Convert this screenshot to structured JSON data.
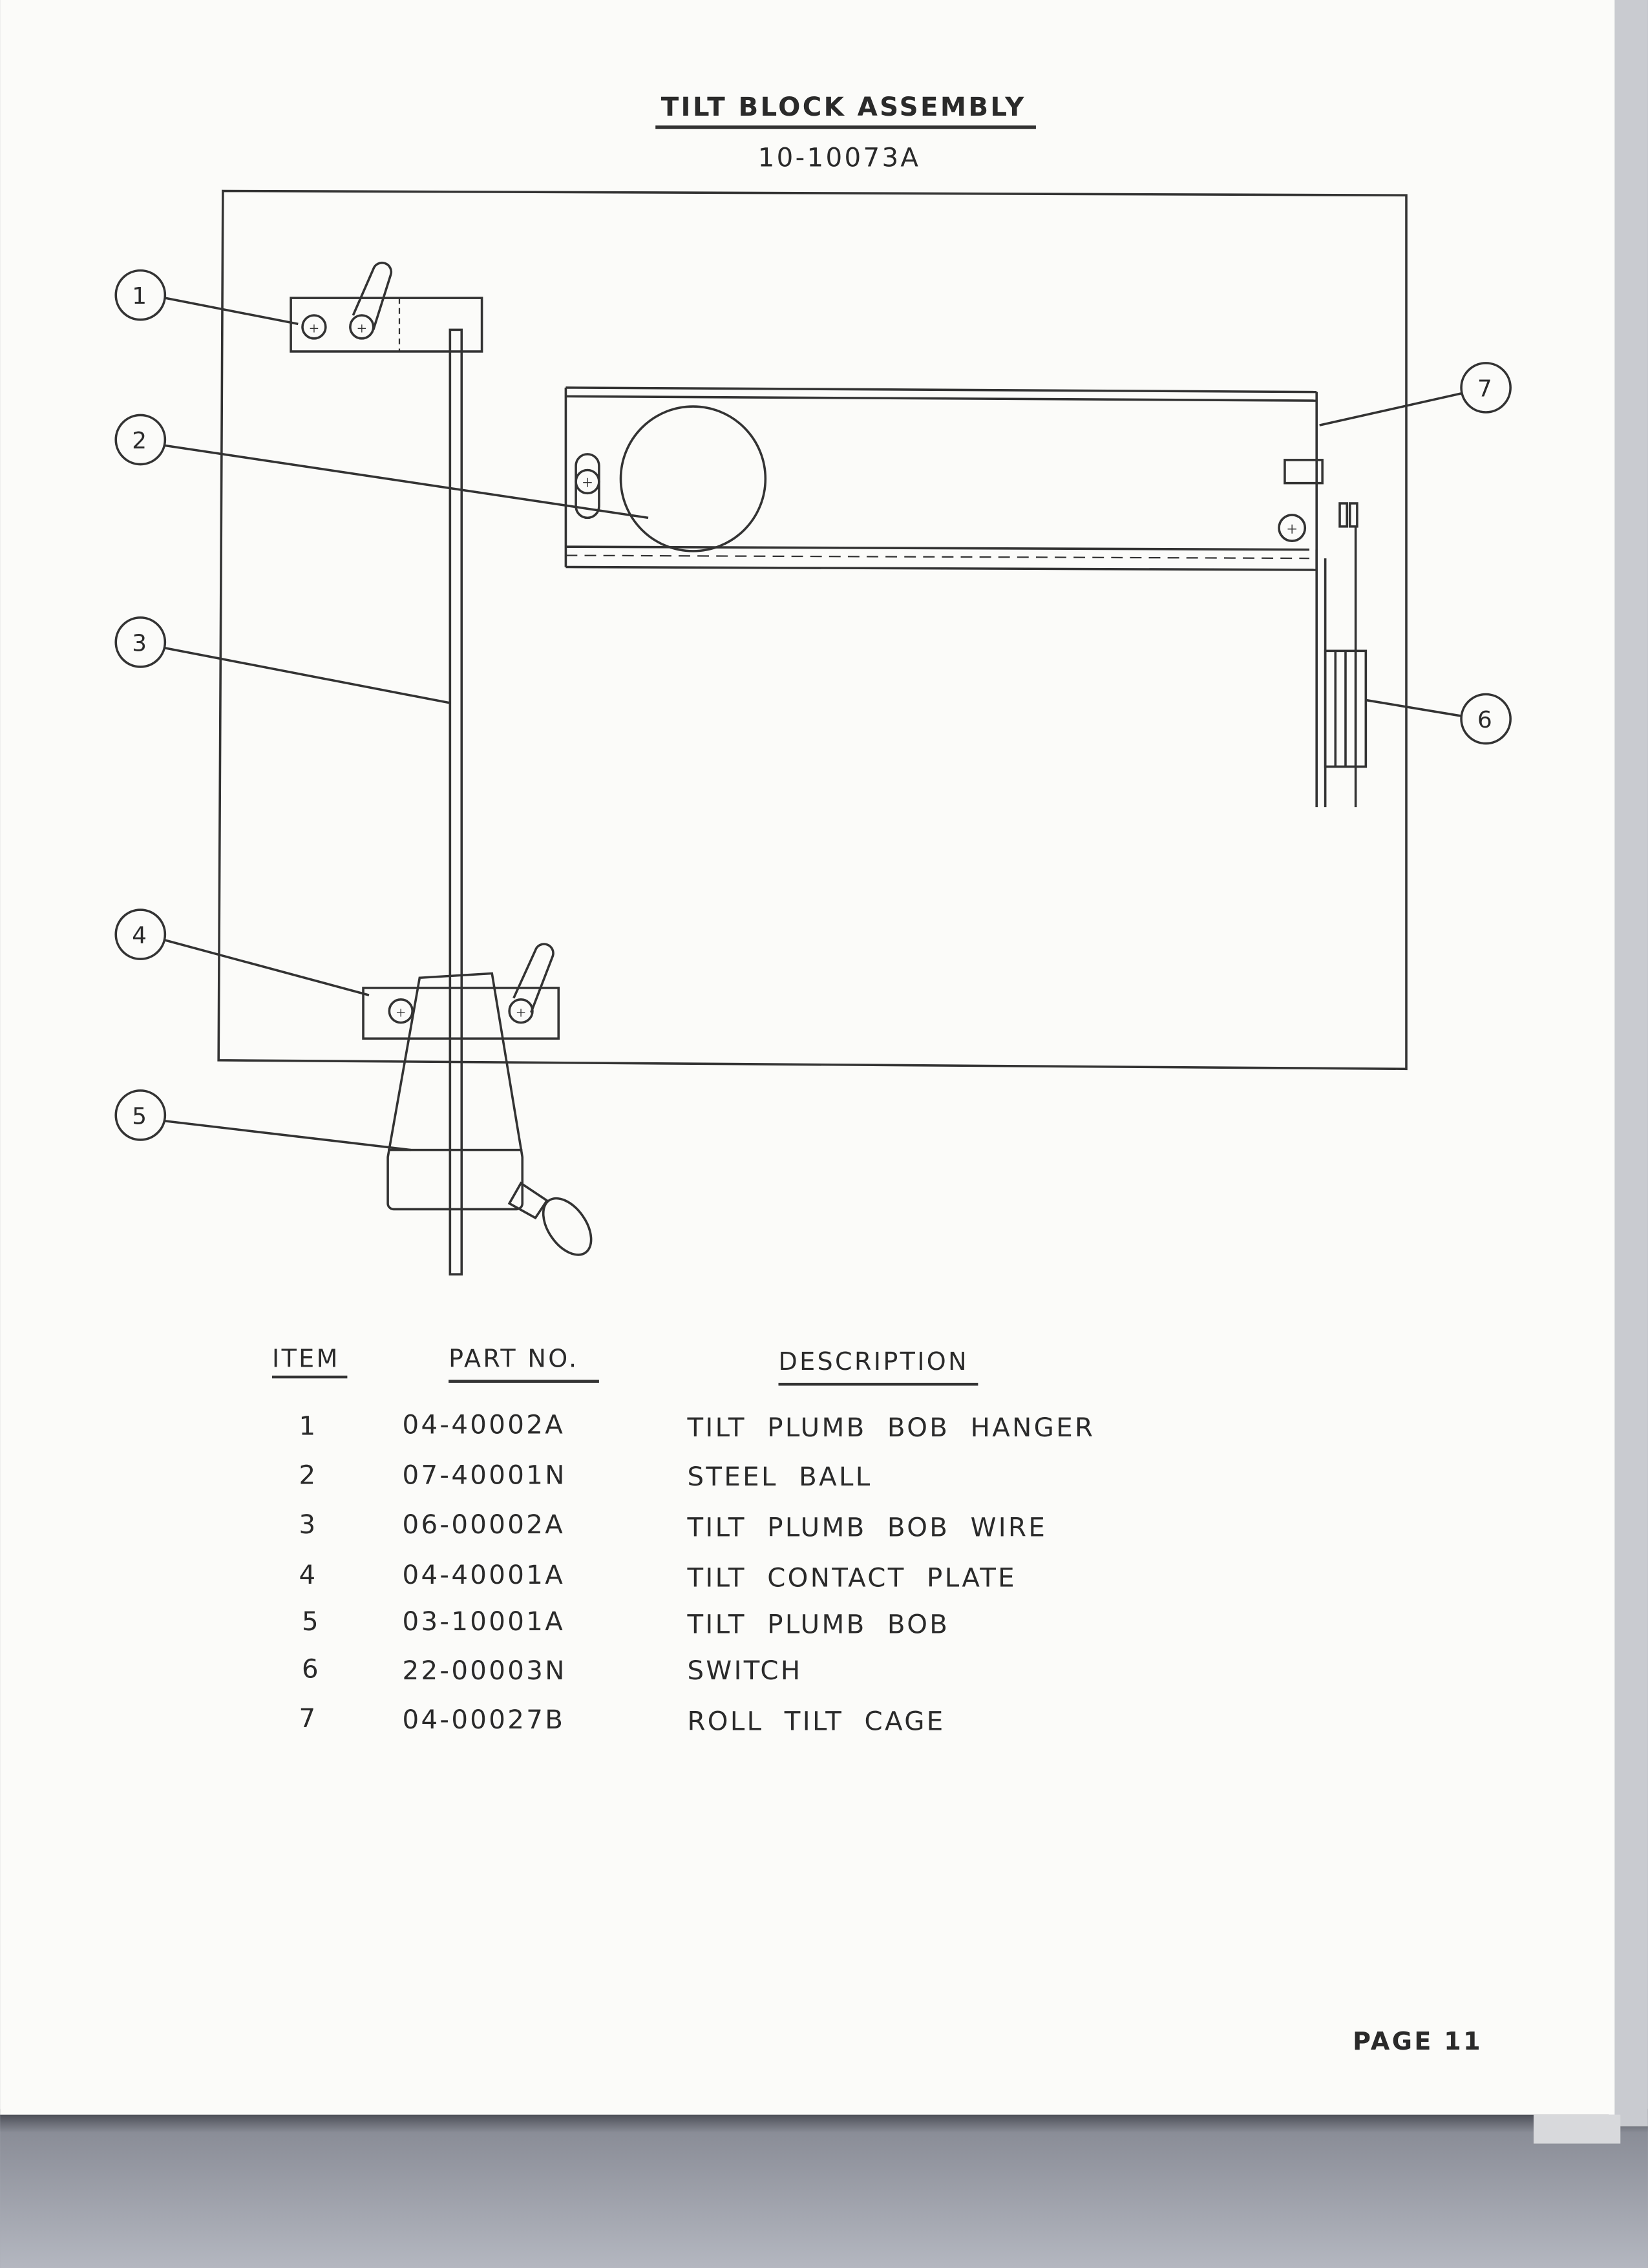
{
  "title": "TILT BLOCK ASSEMBLY",
  "assembly_number": "10-10073A",
  "callouts": [
    "1",
    "2",
    "3",
    "4",
    "5",
    "6",
    "7"
  ],
  "table": {
    "headers": {
      "item": "ITEM",
      "part_no": "PART NO.",
      "description": "DESCRIPTION"
    },
    "rows": [
      {
        "item": "1",
        "part_no": "04-40002A",
        "description": "TILT  PLUMB  BOB  HANGER"
      },
      {
        "item": "2",
        "part_no": "07-40001N",
        "description": "STEEL  BALL"
      },
      {
        "item": "3",
        "part_no": "06-00002A",
        "description": "TILT  PLUMB  BOB  WIRE"
      },
      {
        "item": "4",
        "part_no": "04-40001A",
        "description": "TILT  CONTACT  PLATE"
      },
      {
        "item": "5",
        "part_no": "03-10001A",
        "description": "TILT  PLUMB  BOB"
      },
      {
        "item": "6",
        "part_no": "22-00003N",
        "description": "SWITCH"
      },
      {
        "item": "7",
        "part_no": "04-00027B",
        "description": "ROLL  TILT  CAGE"
      }
    ]
  },
  "page_label": "PAGE 11"
}
